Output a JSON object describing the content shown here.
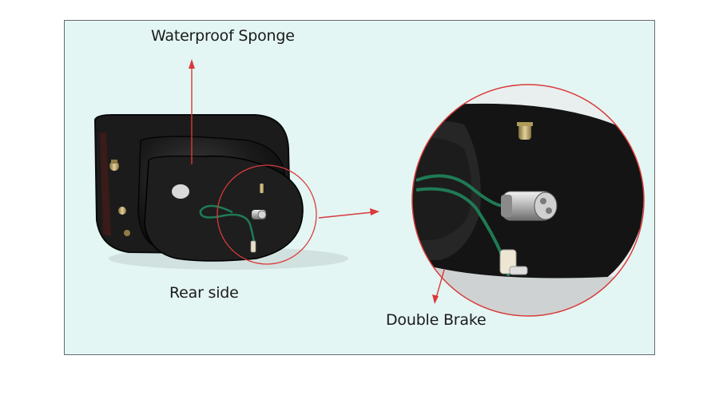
{
  "labels": {
    "top": "Waterproof Sponge",
    "rear": "Rear side",
    "bottom": "Double Brake"
  },
  "colors": {
    "background": "#e3f6f4",
    "border": "#6a6a6a",
    "annotation": "#d93a3a",
    "lamp_housing": "#151515",
    "wire": "#1f7a55"
  },
  "icons": {
    "arrow_up": "arrow-up-icon",
    "arrow_right": "arrow-right-icon",
    "arrow_down": "arrow-down-icon"
  }
}
